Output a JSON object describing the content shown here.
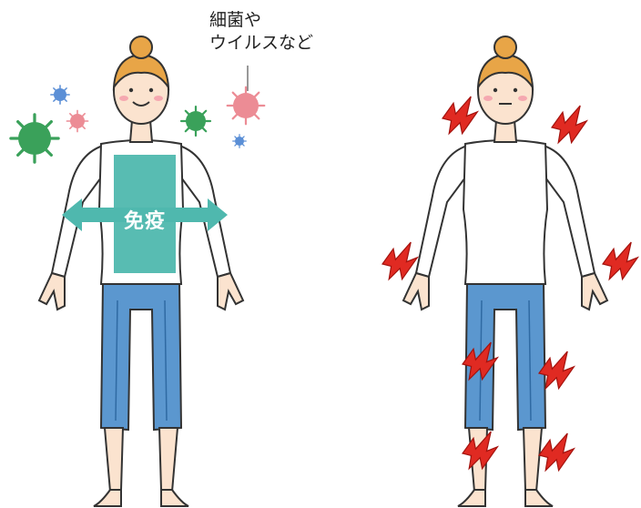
{
  "callout": {
    "line1": "細菌や",
    "line2": "ウイルスなど"
  },
  "immune_label": "免疫",
  "colors": {
    "skin": "#fbe3cf",
    "hair": "#e8a547",
    "shirt": "#ffffff",
    "pants": "#5b97cf",
    "outline": "#333333",
    "shield": "#4fb8ae",
    "virus_green": "#3aa15a",
    "virus_pink": "#ec8c95",
    "virus_blue": "#5b8fd6",
    "pain": "#e02a22"
  },
  "icons": [
    "virus-icon",
    "lightning-pain-icon"
  ]
}
